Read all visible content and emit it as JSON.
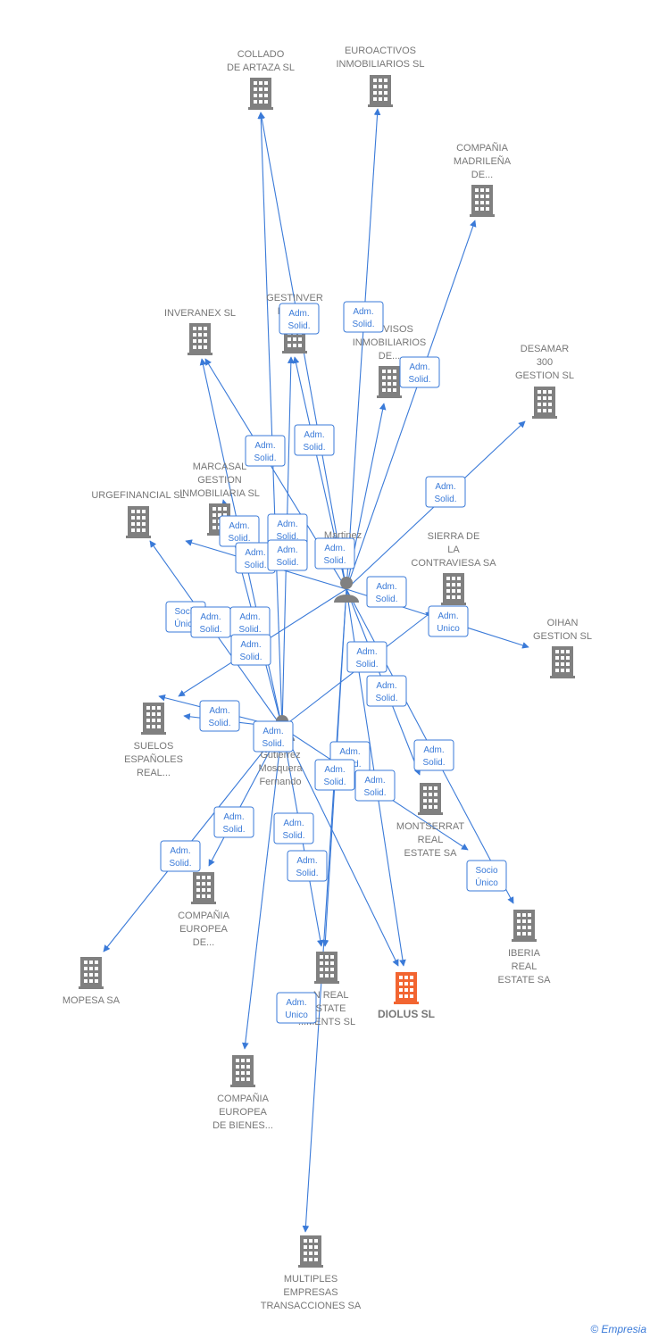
{
  "colors": {
    "edge": "#3a7ad8",
    "company": "#808080",
    "highlight": "#f26531",
    "person": "#808080",
    "label": "#777777"
  },
  "persons": [
    {
      "id": "p1",
      "lines": [
        "Martinez",
        "...o",
        "..."
      ]
    },
    {
      "id": "p2",
      "lines": [
        "Gutierrez",
        "Mosquera",
        "Fernando"
      ]
    }
  ],
  "companies": [
    {
      "id": "c1",
      "lines": [
        "COLLADO",
        "DE ARTAZA SL"
      ]
    },
    {
      "id": "c2",
      "lines": [
        "EUROACTIVOS",
        "INMOBILIARIOS SL"
      ]
    },
    {
      "id": "c3",
      "lines": [
        "COMPAÑIA",
        "MADRILEÑA",
        "DE..."
      ]
    },
    {
      "id": "c4",
      "lines": [
        "INVERANEX SL"
      ]
    },
    {
      "id": "c5",
      "lines": [
        "GESTINVER",
        "HEN...L"
      ]
    },
    {
      "id": "c6",
      "lines": [
        "...DIVISOS",
        "INMOBILIARIOS",
        "DE..."
      ]
    },
    {
      "id": "c7",
      "lines": [
        "DESAMAR",
        "300",
        "GESTION  SL"
      ]
    },
    {
      "id": "c8",
      "lines": [
        "MARCASAL",
        "GESTION",
        "INMOBILIARIA SL"
      ]
    },
    {
      "id": "c9",
      "lines": [
        "URGEFINANCIAL SL"
      ]
    },
    {
      "id": "c10",
      "lines": [
        "SIERRA DE",
        "LA",
        "CONTRAVIESA SA"
      ]
    },
    {
      "id": "c11",
      "lines": [
        "OIHAN",
        "GESTION SL"
      ]
    },
    {
      "id": "c12",
      "lines": [
        "SUELOS",
        "ESPAÑOLES",
        "REAL..."
      ]
    },
    {
      "id": "c13",
      "lines": [
        "MONTSERRAT",
        "REAL",
        "ESTATE SA"
      ]
    },
    {
      "id": "c14",
      "lines": [
        "IBERIA",
        "REAL",
        "ESTATE SA"
      ]
    },
    {
      "id": "c15",
      "lines": [
        "COMPAÑIA",
        "EUROPEA",
        "DE..."
      ]
    },
    {
      "id": "c16",
      "lines": [
        "MOPESA SA"
      ]
    },
    {
      "id": "c17",
      "lines": [
        "...N REAL",
        "...STATE",
        "...MENTS SL"
      ]
    },
    {
      "id": "c18",
      "lines": [
        "DIOLUS  SL"
      ],
      "highlight": true
    },
    {
      "id": "c19",
      "lines": [
        "COMPAÑIA",
        "EUROPEA",
        "DE BIENES..."
      ]
    },
    {
      "id": "c20",
      "lines": [
        "MULTIPLES",
        "EMPRESAS",
        "TRANSACCIONES SA"
      ]
    }
  ],
  "relations": [
    {
      "id": "r1",
      "lines": [
        "Adm.",
        "Solid."
      ]
    },
    {
      "id": "r2",
      "lines": [
        "Adm.",
        "Solid."
      ]
    },
    {
      "id": "r3",
      "lines": [
        "Adm.",
        "Solid."
      ]
    },
    {
      "id": "r4",
      "lines": [
        "Adm.",
        "Solid."
      ]
    },
    {
      "id": "r5",
      "lines": [
        "Adm.",
        "Solid."
      ]
    },
    {
      "id": "r6",
      "lines": [
        "Adm.",
        "Solid."
      ]
    },
    {
      "id": "r7",
      "lines": [
        "Adm.",
        "Solid."
      ]
    },
    {
      "id": "r8",
      "lines": [
        "Adm.",
        "Solid."
      ]
    },
    {
      "id": "r9",
      "lines": [
        "Adm.",
        "Solid."
      ]
    },
    {
      "id": "r10",
      "lines": [
        "Adm.",
        "Solid."
      ]
    },
    {
      "id": "r11",
      "lines": [
        "Adm.",
        "Solid."
      ]
    },
    {
      "id": "r12",
      "lines": [
        "Adm.",
        "Solid."
      ]
    },
    {
      "id": "r13",
      "lines": [
        "Adm.",
        "Unico"
      ]
    },
    {
      "id": "r14",
      "lines": [
        "Socio",
        "Único"
      ]
    },
    {
      "id": "r15",
      "lines": [
        "Adm.",
        "Solid."
      ]
    },
    {
      "id": "r16",
      "lines": [
        "Adm.",
        "Solid."
      ]
    },
    {
      "id": "r17",
      "lines": [
        "Adm.",
        "Solid."
      ]
    },
    {
      "id": "r18",
      "lines": [
        "Adm.",
        "Solid."
      ]
    },
    {
      "id": "r19",
      "lines": [
        "Adm.",
        "Solid."
      ]
    },
    {
      "id": "r20",
      "lines": [
        "Adm.",
        "Solid."
      ]
    },
    {
      "id": "r21",
      "lines": [
        "Adm.",
        "Solid."
      ]
    },
    {
      "id": "r22",
      "lines": [
        "Adm.",
        "Solid."
      ]
    },
    {
      "id": "r23",
      "lines": [
        "Adm.",
        "Solid."
      ]
    },
    {
      "id": "r24",
      "lines": [
        "Adm.",
        "Solid."
      ]
    },
    {
      "id": "r25",
      "lines": [
        "Adm.",
        "Solid."
      ]
    },
    {
      "id": "r26",
      "lines": [
        "Adm.",
        "Solid."
      ]
    },
    {
      "id": "r27",
      "lines": [
        "Adm.",
        "Solid."
      ]
    },
    {
      "id": "r28",
      "lines": [
        "Adm.",
        "Solid."
      ]
    },
    {
      "id": "r29",
      "lines": [
        "Adm.",
        "Solid."
      ]
    },
    {
      "id": "r30",
      "lines": [
        "Socio",
        "Único"
      ]
    },
    {
      "id": "r31",
      "lines": [
        "Adm.",
        "Unico"
      ]
    }
  ],
  "footer": {
    "copyright": "©",
    "brand": "Empresia"
  }
}
